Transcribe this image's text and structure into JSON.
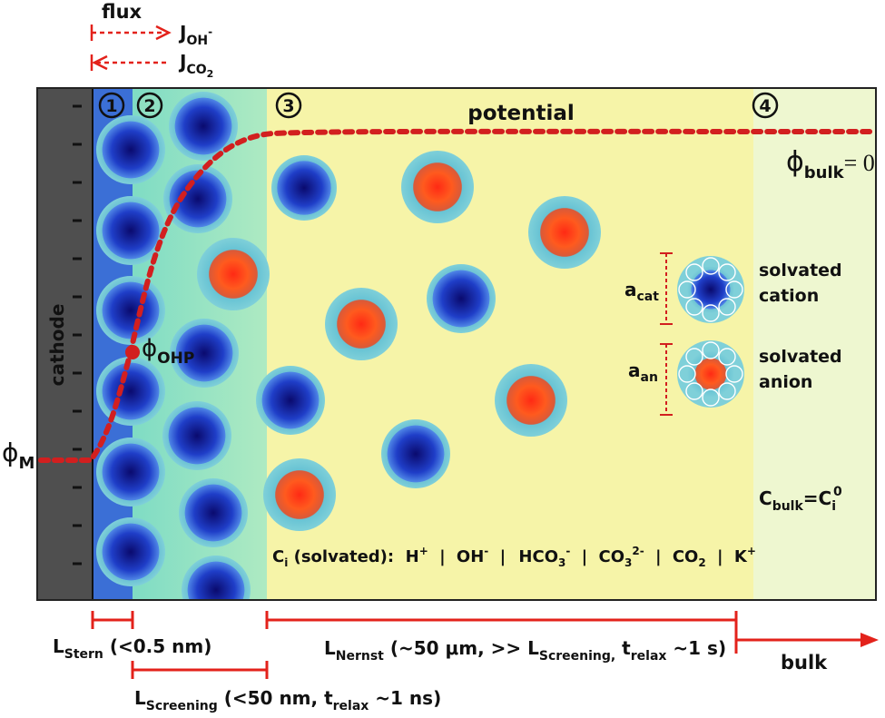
{
  "flux": {
    "title": "flux",
    "j_oh": {
      "base": "J",
      "sub": "OH",
      "sup": "-"
    },
    "j_co2": {
      "base": "J",
      "sub": "CO",
      "subsub": "2"
    }
  },
  "regions": {
    "r1": "1",
    "r2": "2",
    "r3": "3",
    "r4": "4"
  },
  "labels": {
    "cathode": "cathode",
    "potential": "potential",
    "phi_m": {
      "base": "ϕ",
      "sub": "M"
    },
    "phi_ohp": {
      "base": "ϕ",
      "sub": "OHP"
    },
    "phi_bulk": {
      "base": "ϕ",
      "sub": "bulk",
      "rest": "= 0"
    },
    "c_bulk": {
      "base": "C",
      "sub": "bulk",
      "eq": "=C",
      "sub2": "i",
      "sup": "0"
    }
  },
  "legend": {
    "a_cat": {
      "base": "a",
      "sub": "cat"
    },
    "a_an": {
      "base": "a",
      "sub": "an"
    },
    "cation_line1": "solvated",
    "cation_line2": "cation",
    "anion_line1": "solvated",
    "anion_line2": "anion"
  },
  "species": {
    "prefix": "C",
    "prefix_sub": "i",
    "prefix_rest": " (solvated): ",
    "items": [
      {
        "base": "H",
        "sup": "+"
      },
      {
        "base": "OH",
        "sup": "-"
      },
      {
        "base": "HCO",
        "sub": "3",
        "sup": "-"
      },
      {
        "base": "CO",
        "sub": "3",
        "sup": "2-"
      },
      {
        "base": "CO",
        "sub": "2"
      },
      {
        "base": "K",
        "sup": "+"
      }
    ],
    "separator": "|"
  },
  "scales": {
    "stern": {
      "base": "L",
      "sub": "Stern",
      "rest": " (<0.5 nm)"
    },
    "screening": {
      "base": "L",
      "sub": "Screening",
      "rest": " (<50 nm, t",
      "sub2": "relax",
      "rest2": " ~1 ns)"
    },
    "nernst": {
      "base": "L",
      "sub": "Nernst",
      "rest": " (~50 μm, >> L",
      "sub2": "Screening,",
      "rest2": " t",
      "sub3": "relax",
      "rest3": " ~1 s)"
    },
    "bulk": "bulk"
  },
  "colors": {
    "cathode": "#4f4f4f",
    "stern_layer": "#3b6fd6",
    "diffuse_layer": "#8fe0c2",
    "nernst_layer": "#f6f4a8",
    "bulk_layer": "#eef7d0",
    "accent_red": "#e3221b",
    "potential_dots": "#d21f1f"
  }
}
